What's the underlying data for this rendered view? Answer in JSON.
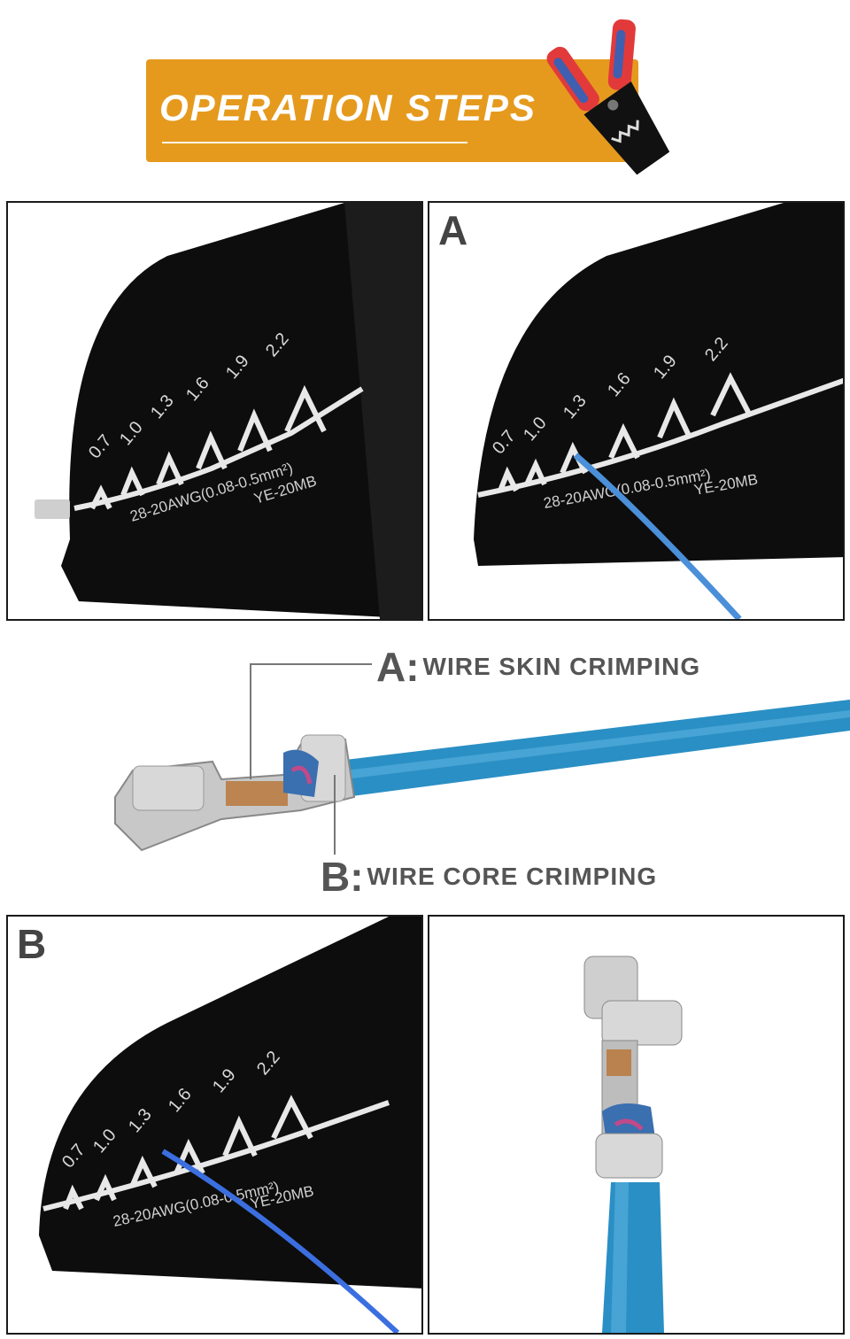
{
  "banner": {
    "title": "OPERATION STEPS"
  },
  "panels": {
    "a_tag": "A",
    "b_tag": "B",
    "die_sizes": [
      "0.7",
      "1.0",
      "1.3",
      "1.6",
      "1.9",
      "2.2"
    ],
    "awg_text": "28-20AWG(0.08-0.5mm²)",
    "model_text": "YE-20MB"
  },
  "labels": {
    "a_letter": "A:",
    "a_text": "WIRE SKIN CRIMPING",
    "b_letter": "B:",
    "b_text": "WIRE CORE CRIMPING"
  },
  "colors": {
    "banner": "#e59a1e",
    "tool_jaw": "#111111",
    "wire_blue": "#2a8fc4",
    "handle_red": "#e23a3a",
    "handle_blue": "#3f5fb0",
    "terminal_silver": "#c8c8c8"
  }
}
